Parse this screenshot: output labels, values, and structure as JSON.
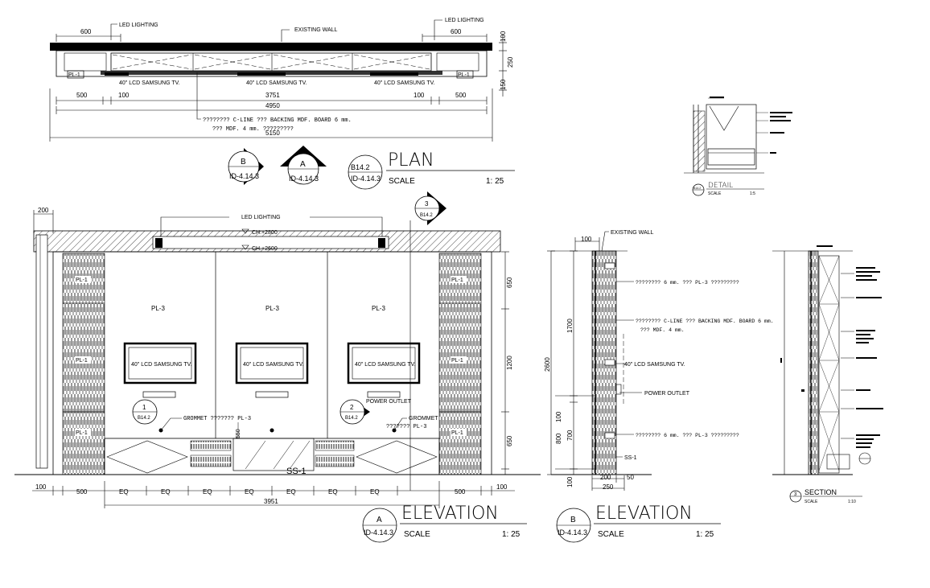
{
  "plan": {
    "top_labels": {
      "led_left": "LED LIGHTING",
      "led_right": "LED LIGHTING",
      "existing_wall": "EXISTING WALL"
    },
    "dims_top": [
      "600",
      "600"
    ],
    "dims_right": [
      "100",
      "250",
      "150"
    ],
    "tv_labels": [
      "40\" LCD SAMSUNG TV.",
      "40\" LCD SAMSUNG TV.",
      "40\" LCD SAMSUNG TV."
    ],
    "pl_tags": [
      "PL-1",
      "PL-1"
    ],
    "dims_bottom": [
      "500",
      "100",
      "3751",
      "100",
      "500"
    ],
    "dim_4950": "4950",
    "dim_5150": "5150",
    "note1": "???????? C-LINE ??? BACKING MDF. BOARD 6 mm.",
    "note2": "??? MDF. 4 mm. ?????????",
    "callout_b": {
      "letter": "B",
      "ref": "ID-4.14.3"
    },
    "callout_a": {
      "letter": "A",
      "ref": "ID-4.14.3"
    },
    "title_ref": {
      "top": "B14.2",
      "bottom": "ID-4.14.3"
    },
    "title": "PLAN",
    "scale_label": "SCALE",
    "scale": "1: 25"
  },
  "detail": {
    "title": "DETAIL",
    "scale_label": "SCALE",
    "scale": "1:5",
    "tag": "B14.2"
  },
  "elev_a": {
    "dim_200": "200",
    "led": "LED LIGHTING",
    "ch1": "CH.+2800",
    "ch2": "CH.+2600",
    "callout3": {
      "num": "3",
      "ref": "B14.2"
    },
    "pl_tags": [
      "PL-3",
      "PL-3",
      "PL-3"
    ],
    "pl1_tags": [
      "PL-1",
      "PL-1",
      "PL-1",
      "PL-1",
      "PL-1",
      "PL-1"
    ],
    "tv_labels": [
      "40\" LCD SAMSUNG TV.",
      "40\" LCD SAMSUNG TV.",
      "40\" LCD SAMSUNG TV."
    ],
    "right_dims": [
      "650",
      "1200",
      "650"
    ],
    "callout1": {
      "num": "1",
      "ref": "B14.2"
    },
    "callout2": {
      "num": "2",
      "ref": "B14.2"
    },
    "power_outlet": "POWER OUTLET",
    "grommet_left": "GROMMET ??????? PL-3",
    "grommet_right1": "GROMMET",
    "grommet_right2": "??????? PL-3",
    "dim_550": "550",
    "ss": "SS-1",
    "bottom_dims": [
      "100",
      "500",
      "EQ",
      "EQ",
      "EQ",
      "EQ",
      "EQ",
      "EQ",
      "EQ",
      "500",
      "100"
    ],
    "total": "3951",
    "title_circle": {
      "letter": "A",
      "ref": "ID-4.14.3"
    },
    "title": "ELEVATION",
    "scale_label": "SCALE",
    "scale": "1: 25"
  },
  "elev_b": {
    "existing_wall": "EXISTING WALL",
    "dim_100": "100",
    "left_dims": [
      "2600",
      "1700",
      "100",
      "800",
      "700",
      "100"
    ],
    "notes": [
      "???????? 6 mm. ??? PL-3 ?????????",
      "???????? C-LINE ??? BACKING MDF. BOARD 6 mm.",
      "??? MDF. 4 mm.",
      "40\" LCD SAMSUNG TV.",
      "POWER OUTLET",
      "???????? 6 mm. ??? PL-3 ?????????",
      "SS-1"
    ],
    "bottom_dims": [
      "200",
      "50",
      "250"
    ],
    "title_circle": {
      "letter": "B",
      "ref": "ID-4.14.3"
    },
    "title": "ELEVATION",
    "scale_label": "SCALE",
    "scale": "1: 25"
  },
  "section": {
    "num": "3",
    "title": "SECTION",
    "scale_label": "SCALE",
    "scale": "1:10"
  }
}
